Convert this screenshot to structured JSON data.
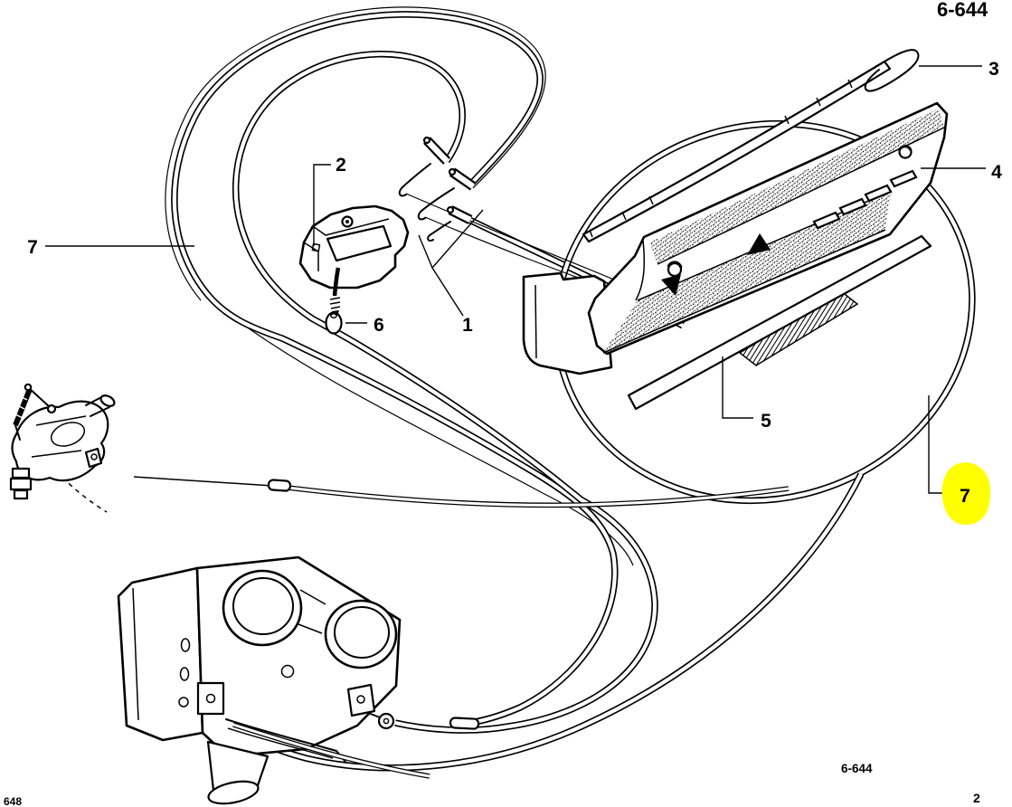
{
  "page": {
    "header_ref": "6-644",
    "footer_ref": "6-644",
    "footer_page_number": "2",
    "footer_doc_number": "648"
  },
  "figure": {
    "type": "exploded-parts-line-drawing",
    "subject": "heater / fresh-air control cables, control lever and console trim",
    "background_color": "#ffffff",
    "line_color": "#000000",
    "highlight_color": "#ffff00",
    "highlighted_callout": "7",
    "callouts": {
      "cable_left": "7",
      "lever_assembly": "2",
      "knob": "6",
      "cable_ends": "1",
      "trim_strip": "3",
      "console_panel": "4",
      "lower_trim": "5",
      "cable_right_highlighted": "7"
    }
  }
}
